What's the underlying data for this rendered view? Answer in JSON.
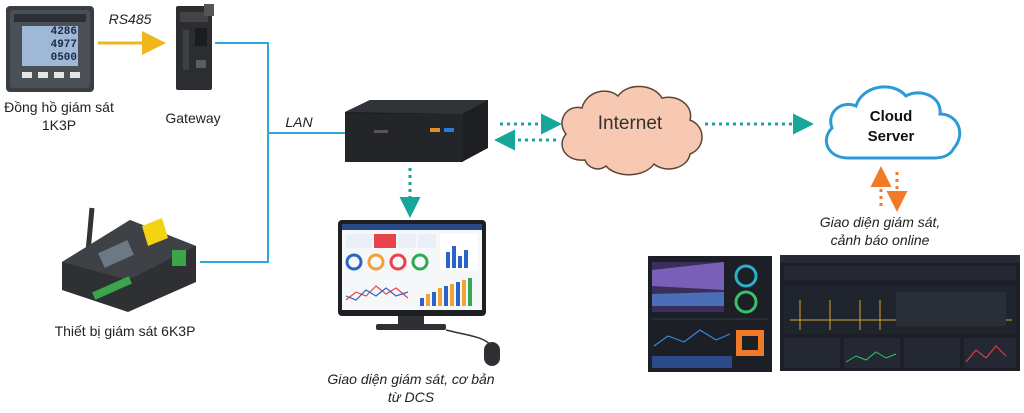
{
  "labels": {
    "rs485": "RS485",
    "meter_line1": "Đồng hồ giám sát",
    "meter_line2": "1K3P",
    "gateway": "Gateway",
    "lan": "LAN",
    "device_6k3p": "Thiết bị giám sát 6K3P",
    "internet": "Internet",
    "cloud_line1": "Cloud",
    "cloud_line2": "Server",
    "online_ui_line1": "Giao diện giám sát,",
    "online_ui_line2": "cảnh báo online",
    "dcs_ui_line1": "Giao diện giám sát, cơ bản",
    "dcs_ui_line2": "từ DCS"
  },
  "meter_display": [
    "4286",
    "4977",
    "0500"
  ],
  "colors": {
    "rs485_arrow": "#f2b61d",
    "lan_line": "#2aa9e0",
    "dotted_link": "#17a79a",
    "cloud_arrow": "#f07a2a",
    "cloud_stroke": "#2d9ad8",
    "internet_fill": "#f7c9b3",
    "dashboard_dark": "#1c1f26"
  }
}
